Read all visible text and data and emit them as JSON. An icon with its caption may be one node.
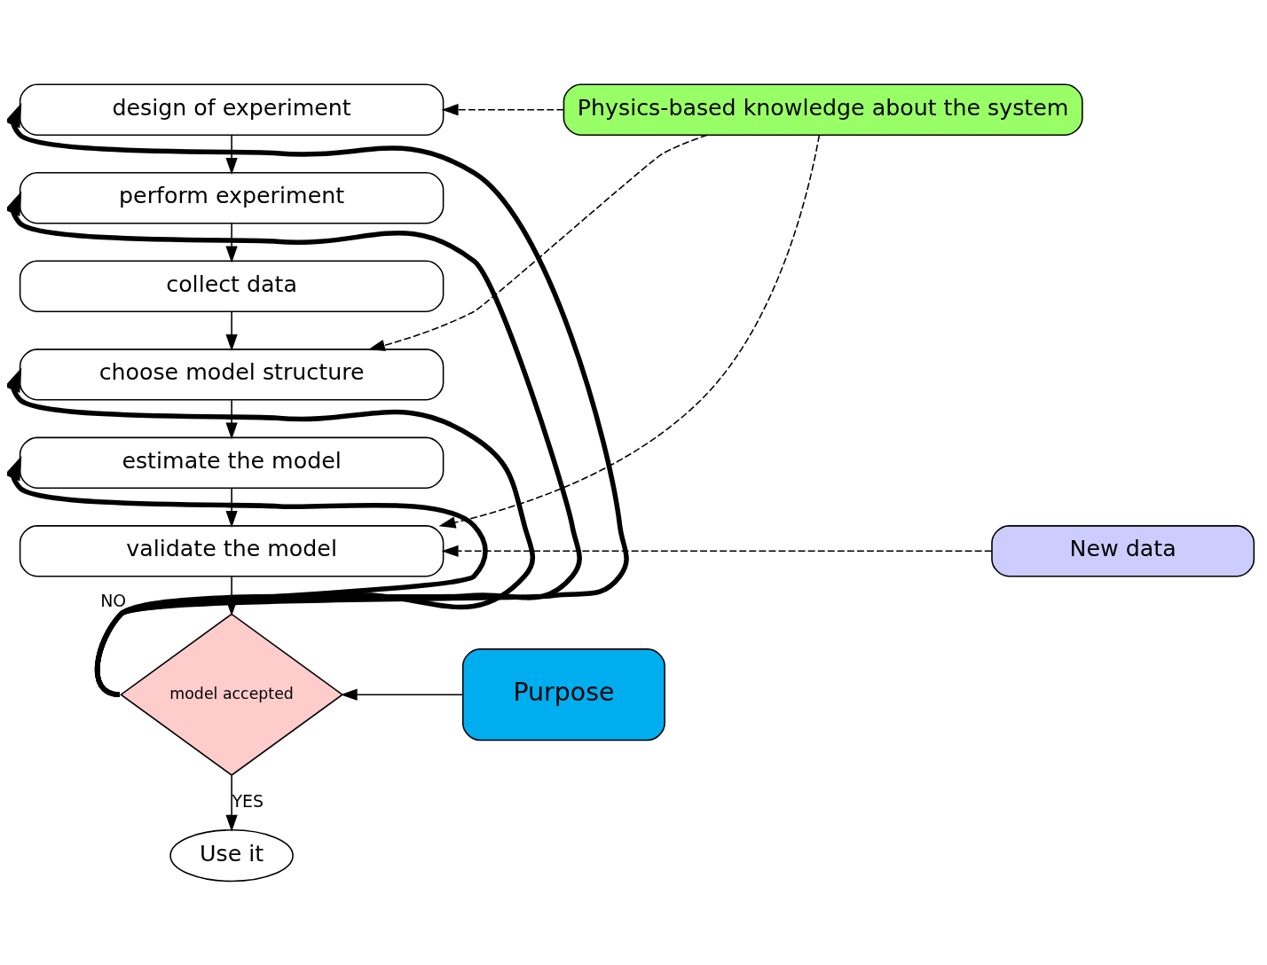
{
  "diagram": {
    "nodes": [
      {
        "text": [
          "design of experiment"
        ]
      },
      {
        "text": [
          "perform experiment"
        ]
      },
      {
        "text": [
          "collect data"
        ]
      },
      {
        "text": [
          "choose model structure"
        ]
      },
      {
        "text": [
          "estimate the model"
        ]
      },
      {
        "text": [
          "validate the model"
        ]
      },
      {
        "text": [
          "model accepted"
        ]
      },
      {
        "text": [
          "Use it"
        ]
      },
      {
        "text": [
          "Physics-based knowledge about the system"
        ]
      },
      {
        "text": [
          "New data"
        ]
      },
      {
        "text": [
          "Purpose"
        ]
      }
    ],
    "edges": [
      {
        "from": 0,
        "to": 1,
        "arrow": "to"
      },
      {
        "from": 1,
        "to": 2,
        "arrow": "to"
      },
      {
        "from": 2,
        "to": 3,
        "arrow": "to"
      },
      {
        "from": 3,
        "to": 4,
        "arrow": "to"
      },
      {
        "from": 4,
        "to": 5,
        "arrow": "to"
      },
      {
        "from": 5,
        "to": 6,
        "arrow": "to"
      },
      {
        "from": 6,
        "to": 7,
        "arrow": "to",
        "label": "YES"
      },
      {
        "from": 6,
        "to": 0,
        "arrow": "to",
        "label": "NO",
        "style": "thick"
      },
      {
        "from": 6,
        "to": 1,
        "arrow": "to",
        "style": "thick"
      },
      {
        "from": 6,
        "to": 3,
        "arrow": "to",
        "style": "thick"
      },
      {
        "from": 6,
        "to": 4,
        "arrow": "to",
        "style": "thick"
      },
      {
        "from": 8,
        "to": 0,
        "arrow": "to",
        "style": "dashed"
      },
      {
        "from": 8,
        "to": 3,
        "arrow": "to",
        "style": "dashed"
      },
      {
        "from": 8,
        "to": 5,
        "arrow": "to",
        "style": "dashed"
      },
      {
        "from": 9,
        "to": 5,
        "arrow": "to",
        "style": "dashed"
      },
      {
        "from": 10,
        "to": 6,
        "arrow": "to"
      }
    ]
  }
}
